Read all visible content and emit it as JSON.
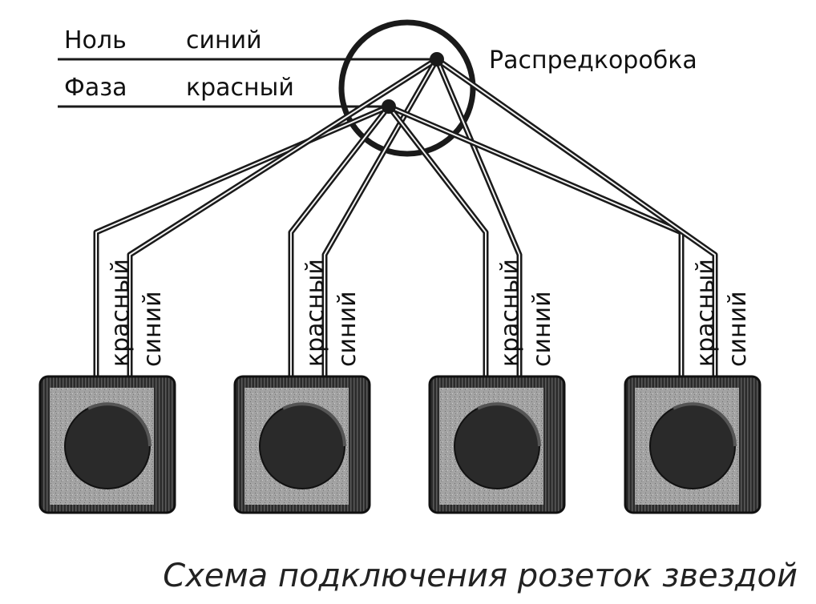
{
  "title": "",
  "supply": {
    "neutral_name": "Ноль",
    "neutral_color": "синий",
    "phase_name": "Фаза",
    "phase_color": "красный"
  },
  "junction_box_label": "Распредкоробка",
  "outlets": [
    {
      "phase_label": "красный",
      "neutral_label": "синий"
    },
    {
      "phase_label": "красный",
      "neutral_label": "синий"
    },
    {
      "phase_label": "красный",
      "neutral_label": "синий"
    },
    {
      "phase_label": "красный",
      "neutral_label": "синий"
    }
  ],
  "caption": "Схема подключения розеток звездой",
  "colors": {
    "ink": "#1a1a1a",
    "outlet_body": "#2a2a2a",
    "outlet_face": "#9a9a9a"
  }
}
